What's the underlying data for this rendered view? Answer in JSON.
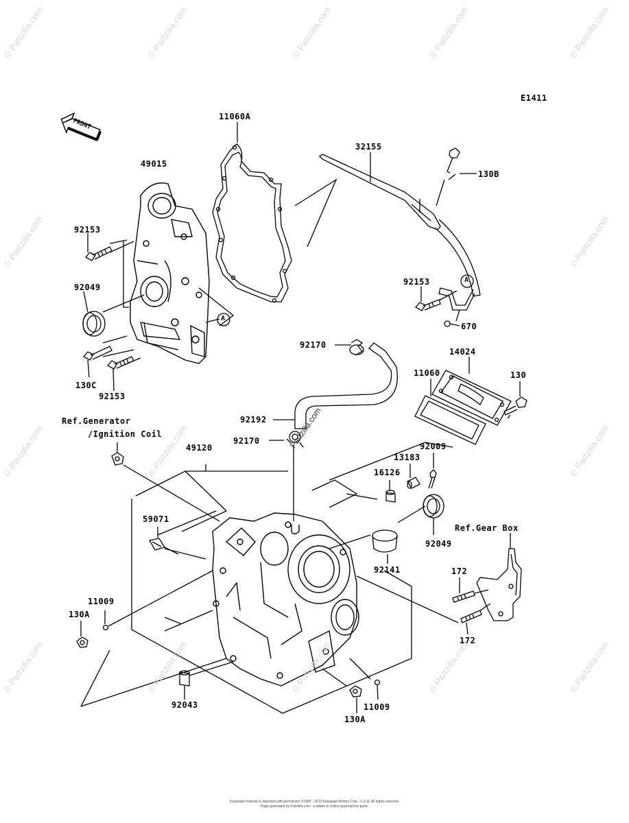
{
  "diagram": {
    "code": "E1411",
    "front_label": "FRONT",
    "center_watermark": "Partzilla.com",
    "watermark_text": "© Partzilla.com",
    "labels": {
      "p11060A": "11060A",
      "p49015": "49015",
      "p32155": "32155",
      "p130B": "130B",
      "p92153_a": "92153",
      "p92049_a": "92049",
      "p130C": "130C",
      "p92153_b": "92153",
      "p92153_c": "92153",
      "marker_A_1": "A",
      "marker_A_2": "A",
      "p670": "670",
      "p92170_a": "92170",
      "p14024": "14024",
      "p11060": "11060",
      "p130": "130",
      "ref_generator": "Ref.Generator",
      "ref_ignition": "/Ignition Coil",
      "p49120": "49120",
      "p92192": "92192",
      "p92170_b": "92170",
      "p92009": "92009",
      "p13183": "13183",
      "p16126": "16126",
      "p59071": "59071",
      "p92049_b": "92049",
      "ref_gearbox": "Ref.Gear Box",
      "p92141": "92141",
      "p172_a": "172",
      "p11009_a": "11009",
      "p130A_a": "130A",
      "p172_b": "172",
      "p92043": "92043",
      "p11009_b": "11009",
      "p130A_b": "130A"
    },
    "copyright": [
      "Kawasaki material is reprinted with permission ©1995 - 2013 Kawasaki Motors Corp., U.S.A. All rights reserved.",
      "Page generated by Partzilla.com - a leader in online powersports parts."
    ]
  }
}
